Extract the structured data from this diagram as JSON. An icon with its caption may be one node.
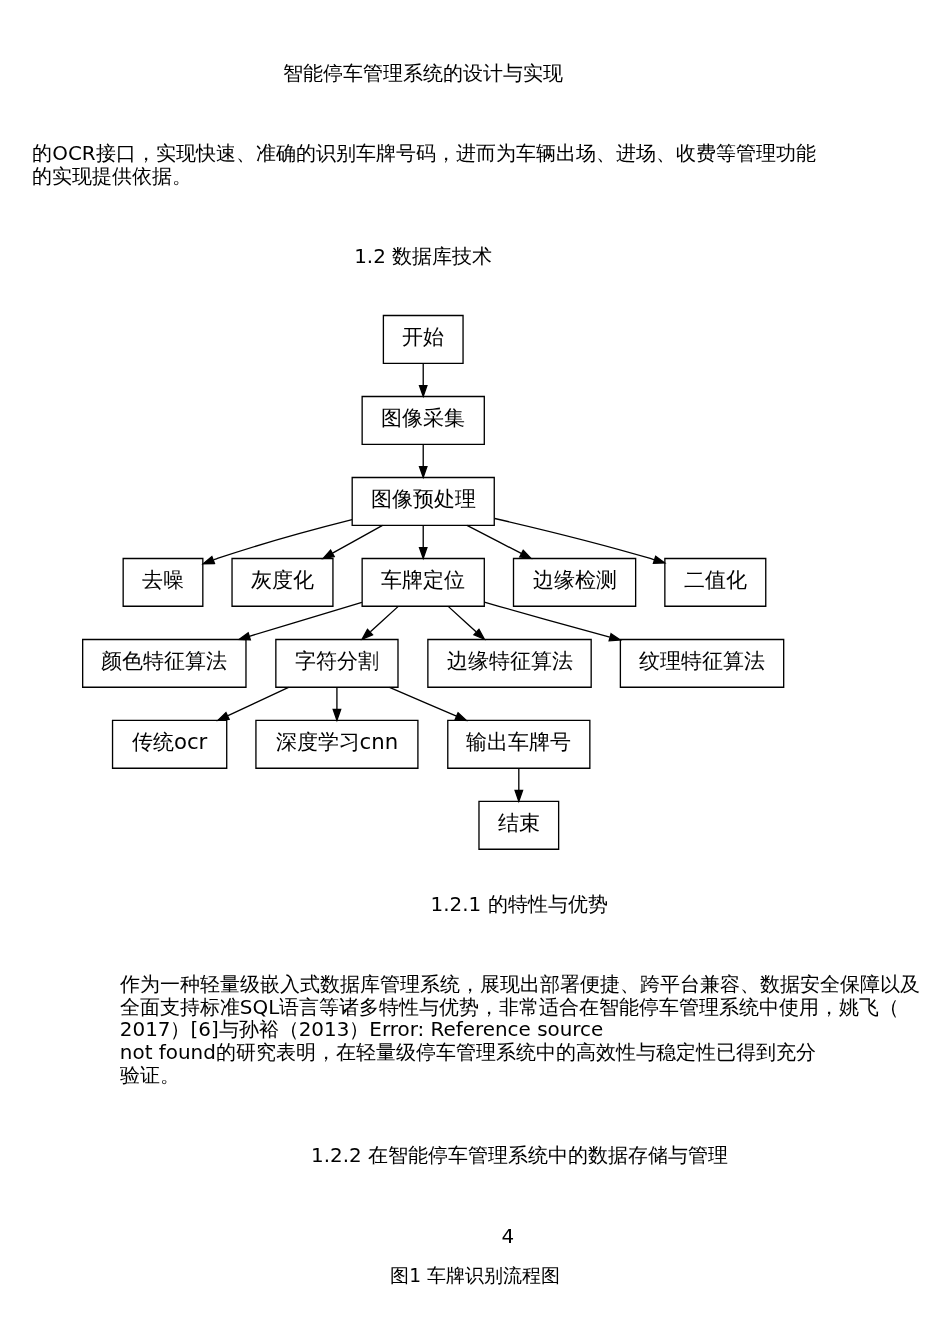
{
  "diagram": {
    "caption": "图1 车牌识别流程图",
    "nodes": [
      {
        "text": [
          "开始"
        ]
      },
      {
        "text": [
          "图像采集"
        ]
      },
      {
        "text": [
          "图像预处理"
        ]
      },
      {
        "text": [
          "去噪"
        ]
      },
      {
        "text": [
          "灰度化"
        ]
      },
      {
        "text": [
          "车牌定位"
        ]
      },
      {
        "text": [
          "边缘检测"
        ]
      },
      {
        "text": [
          "二值化"
        ]
      },
      {
        "text": [
          "颜色特征算法"
        ]
      },
      {
        "text": [
          "字符分割"
        ]
      },
      {
        "text": [
          "边缘特征算法"
        ]
      },
      {
        "text": [
          "纹理特征算法"
        ]
      },
      {
        "text": [
          "传统ocr"
        ]
      },
      {
        "text": [
          "深度学习cnn"
        ]
      },
      {
        "text": [
          "输出车牌号"
        ]
      },
      {
        "text": [
          "结束"
        ]
      }
    ],
    "edges": [
      {
        "from": 0,
        "to": 1,
        "arrow": "to"
      },
      {
        "from": 1,
        "to": 2,
        "arrow": "to"
      },
      {
        "from": 2,
        "to": 3,
        "arrow": "to"
      },
      {
        "from": 2,
        "to": 4,
        "arrow": "to"
      },
      {
        "from": 2,
        "to": 5,
        "arrow": "to"
      },
      {
        "from": 2,
        "to": 6,
        "arrow": "to"
      },
      {
        "from": 2,
        "to": 7,
        "arrow": "to"
      },
      {
        "from": 5,
        "to": 8,
        "arrow": "to"
      },
      {
        "from": 5,
        "to": 9,
        "arrow": "to"
      },
      {
        "from": 5,
        "to": 10,
        "arrow": "to"
      },
      {
        "from": 5,
        "to": 11,
        "arrow": "to"
      },
      {
        "from": 9,
        "to": 12,
        "arrow": "to"
      },
      {
        "from": 9,
        "to": 13,
        "arrow": "to"
      },
      {
        "from": 9,
        "to": 14,
        "arrow": "to"
      },
      {
        "from": 14,
        "to": 15,
        "arrow": "to"
      }
    ],
    "labels": [
      "智能停车管理系统的设计与实现",
      "的OCR接口，实现快速、准确的识别车牌号码，进而为车辆出场、进场、收费等管理功能的实现提供依据。",
      "1.2 数据库技术",
      "1.2.1 的特性与优势",
      "作为一种轻量级嵌入式数据库管理系统，展现出部署便捷、跨平台兼容、数据安全保障以及全面支持标准SQL语言等诸多特性与优势，非常适合在智能停车管理系统中使用，姚飞（2017）[6]与孙裕（2013）Error: Reference source not found的研究表明，在轻量级停车管理系统中的高效性与稳定性已得到充分验证。",
      "1.2.2 在智能停车管理系统中的数据存储与管理",
      "4"
    ]
  }
}
